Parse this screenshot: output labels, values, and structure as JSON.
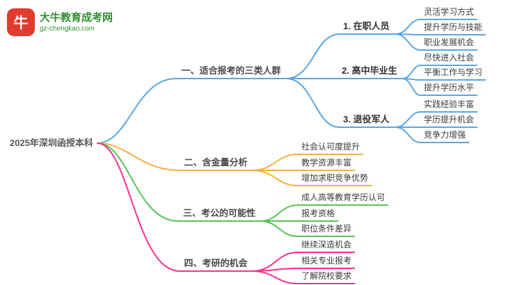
{
  "logo": {
    "title": "大牛教育成考网",
    "url": "gz-chengkao.com",
    "mark_text": "牛",
    "color": "#2f8f2f",
    "mark_color": "#e23a2e"
  },
  "root": {
    "label": "2025年深圳函授本科"
  },
  "branches": [
    {
      "label": "一、适合报考的三类人群",
      "color": "#57a7e4",
      "children": [
        {
          "label": "1. 在职人员",
          "children": [
            {
              "label": "灵活学习方式"
            },
            {
              "label": "提升学历与技能"
            },
            {
              "label": "职业发展机会"
            }
          ]
        },
        {
          "label": "2. 高中毕业生",
          "children": [
            {
              "label": "尽快进入社会"
            },
            {
              "label": "平衡工作与学习"
            },
            {
              "label": "提升学历水平"
            }
          ]
        },
        {
          "label": "3. 退役军人",
          "children": [
            {
              "label": "实践经验丰富"
            },
            {
              "label": "学历提升机会"
            },
            {
              "label": "竞争力增强"
            }
          ]
        }
      ]
    },
    {
      "label": "二、含金量分析",
      "color": "#f7b03e",
      "children": [
        {
          "label": "社会认可度提升"
        },
        {
          "label": "教学资源丰富"
        },
        {
          "label": "增加求职竞争优势"
        }
      ]
    },
    {
      "label": "三、考公的可能性",
      "color": "#56c456",
      "children": [
        {
          "label": "成人高等教育学历认可"
        },
        {
          "label": "报考资格"
        },
        {
          "label": "职位条件差异"
        }
      ]
    },
    {
      "label": "四、考研的机会",
      "color": "#ff2e92",
      "children": [
        {
          "label": "继续深造机会"
        },
        {
          "label": "相关专业报考"
        },
        {
          "label": "了解院校要求"
        }
      ]
    }
  ]
}
